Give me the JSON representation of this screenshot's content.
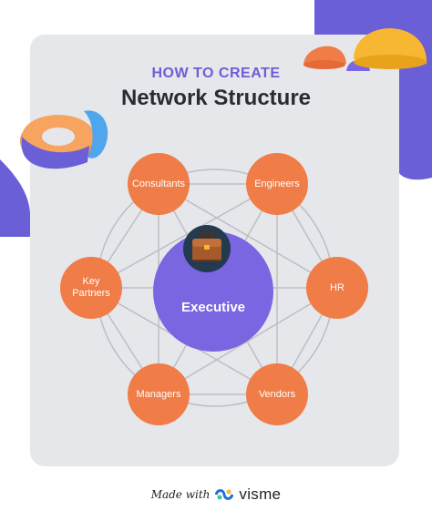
{
  "header": {
    "subtitle": "HOW TO CREATE",
    "title": "Network Structure"
  },
  "center_node": {
    "label": "Executive",
    "icon": "briefcase-icon"
  },
  "nodes": [
    {
      "id": "consultants",
      "label": "Consultants"
    },
    {
      "id": "engineers",
      "label": "Engineers"
    },
    {
      "id": "key-partners",
      "label": "Key\nPartners"
    },
    {
      "id": "hr",
      "label": "HR"
    },
    {
      "id": "managers",
      "label": "Managers"
    },
    {
      "id": "vendors",
      "label": "Vendors"
    }
  ],
  "footer": {
    "made_with": "Made with",
    "brand": "visme",
    "brand_icon": "visme-logo-icon"
  },
  "colors": {
    "node": "#f07c47",
    "center": "#7a66e0",
    "accent_purple": "#6a5fd6",
    "card": "#e6e7eb",
    "lines": "#bdbdc4"
  }
}
